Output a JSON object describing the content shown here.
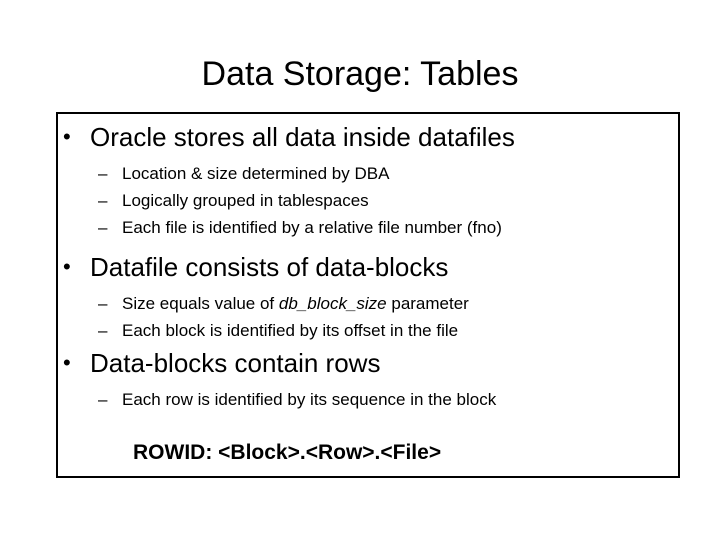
{
  "slide": {
    "title": "Data Storage: Tables",
    "bullet_marker": "•",
    "dash_marker": "–",
    "groups": [
      {
        "heading": "Oracle stores all data inside datafiles",
        "subitems": [
          "Location & size determined by DBA",
          "Logically grouped in tablespaces",
          "Each file is identified by a relative file number (fno)"
        ]
      },
      {
        "heading": "Datafile consists of data-blocks",
        "subitems": [
          {
            "prefix": "Size equals value of ",
            "italic": "db_block_size",
            "suffix": " parameter"
          },
          "Each block is identified by its offset in the file"
        ]
      },
      {
        "heading": "Data-blocks contain rows",
        "subitems": [
          "Each row is identified by its sequence in the block"
        ]
      }
    ],
    "rowid_note": "ROWID: <Block>.<Row>.<File>"
  },
  "colors": {
    "background": "#ffffff",
    "text": "#000000",
    "border": "#000000"
  }
}
